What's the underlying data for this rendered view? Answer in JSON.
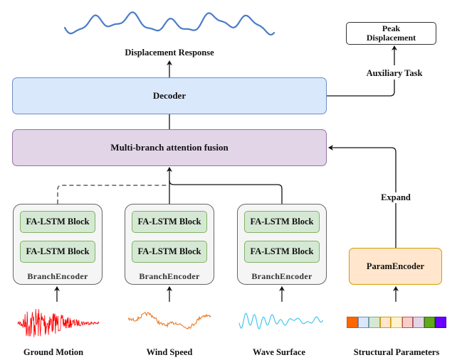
{
  "outputs": {
    "displacement_response": "Displacement Response",
    "peak_box_line1": "Peak",
    "peak_box_line2": "Displacement",
    "auxiliary_task": "Auxiliary Task"
  },
  "blocks": {
    "decoder": "Decoder",
    "fusion": "Multi-branch attention fusion",
    "param_encoder": "ParamEncoder",
    "expand_label": "Expand"
  },
  "branches": [
    {
      "blocks": [
        "FA-LSTM Block",
        "FA-LSTM Block"
      ],
      "encoder_label": "BranchEncoder",
      "input_label": "Ground Motion",
      "connection": "dashed"
    },
    {
      "blocks": [
        "FA-LSTM Block",
        "FA-LSTM Block"
      ],
      "encoder_label": "BranchEncoder",
      "input_label": "Wind Speed",
      "connection": "solid"
    },
    {
      "blocks": [
        "FA-LSTM Block",
        "FA-LSTM Block"
      ],
      "encoder_label": "BranchEncoder",
      "input_label": "Wave Surface",
      "connection": "solid"
    }
  ],
  "structural": {
    "label": "Structural Parameters",
    "cells": [
      {
        "fill": "#ff6600",
        "stroke": "#c55a11"
      },
      {
        "fill": "#dae8fc",
        "stroke": "#6c8ebf"
      },
      {
        "fill": "#d5e8d4",
        "stroke": "#82b366"
      },
      {
        "fill": "#ffe6cc",
        "stroke": "#d79b00"
      },
      {
        "fill": "#fff2cc",
        "stroke": "#d6b656"
      },
      {
        "fill": "#f8cecc",
        "stroke": "#b85450"
      },
      {
        "fill": "#e1d5e7",
        "stroke": "#9673a6"
      },
      {
        "fill": "#60a917",
        "stroke": "#2d7600"
      },
      {
        "fill": "#6a00ff",
        "stroke": "#3700cc"
      }
    ]
  },
  "colors": {
    "response_wave": "#4a7cc9",
    "ground_motion": "#ff0000",
    "wind_speed": "#e87c2a",
    "wave_surface": "#33c2f0",
    "dashed_connector": "#777777"
  }
}
